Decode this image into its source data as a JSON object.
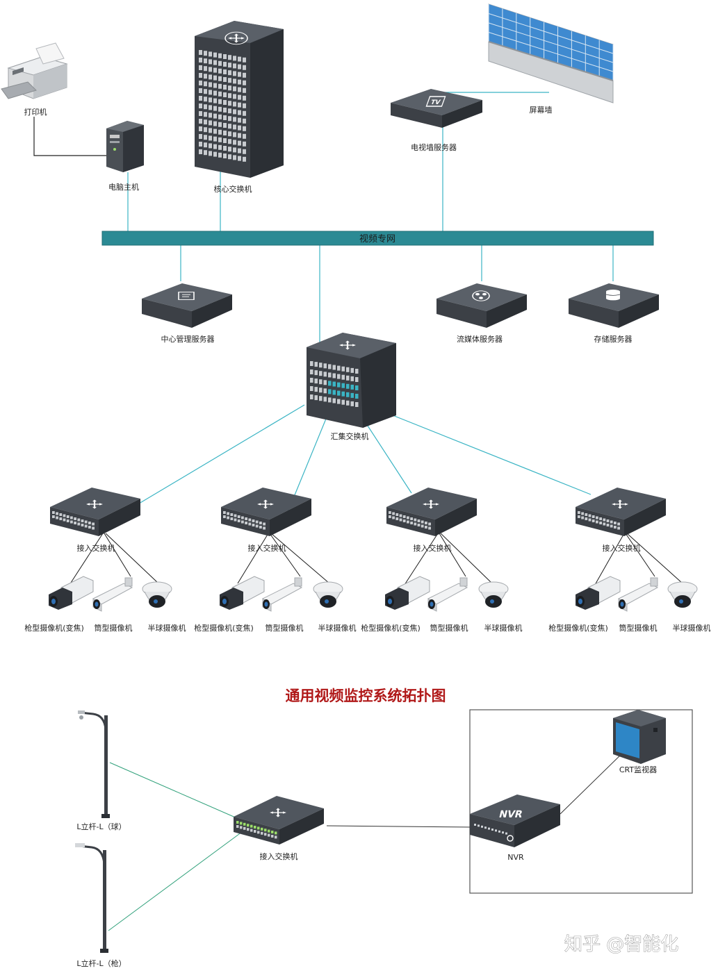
{
  "top_diagram": {
    "bus_label": "视频专网",
    "printer": "打印机",
    "pc": "电脑主机",
    "core_switch": "核心交换机",
    "video_wall": "屏幕墙",
    "tv_wall_server": "电视墙服务器",
    "center_server": "中心管理服务器",
    "aggregation_switch": "汇集交换机",
    "media_server": "流媒体服务器",
    "storage_server": "存储服务器",
    "access_switches": [
      {
        "label": "接入交换机",
        "cameras": [
          "枪型摄像机(变焦)",
          "筒型摄像机",
          "半球摄像机"
        ]
      },
      {
        "label": "接入交换机",
        "cameras": [
          "枪型摄像机(变焦)",
          "筒型摄像机",
          "半球摄像机"
        ]
      },
      {
        "label": "接入交换机",
        "cameras": [
          "枪型摄像机(变焦)",
          "筒型摄像机",
          "半球摄像机"
        ]
      },
      {
        "label": "接入交换机",
        "cameras": [
          "枪型摄像机(变焦)",
          "筒型摄像机",
          "半球摄像机"
        ]
      }
    ]
  },
  "bottom_diagram": {
    "title": "通用视频监控系统拓扑图",
    "pole_ball": "L立杆-L（球）",
    "pole_gun": "L立杆-L（枪）",
    "access_switch": "接入交换机",
    "nvr": "NVR",
    "nvr_face": "NVR",
    "crt_monitor": "CRT监视器"
  },
  "watermark": "知乎 @智能化",
  "icons": {
    "tv_badge": "TV"
  },
  "colors": {
    "bus": "#2b8a94",
    "link": "#3ab4c4",
    "device_dark": "#3c4046",
    "device_top": "#50565e",
    "screen_blue": "#2f7fc0",
    "title_red": "#b01818"
  }
}
